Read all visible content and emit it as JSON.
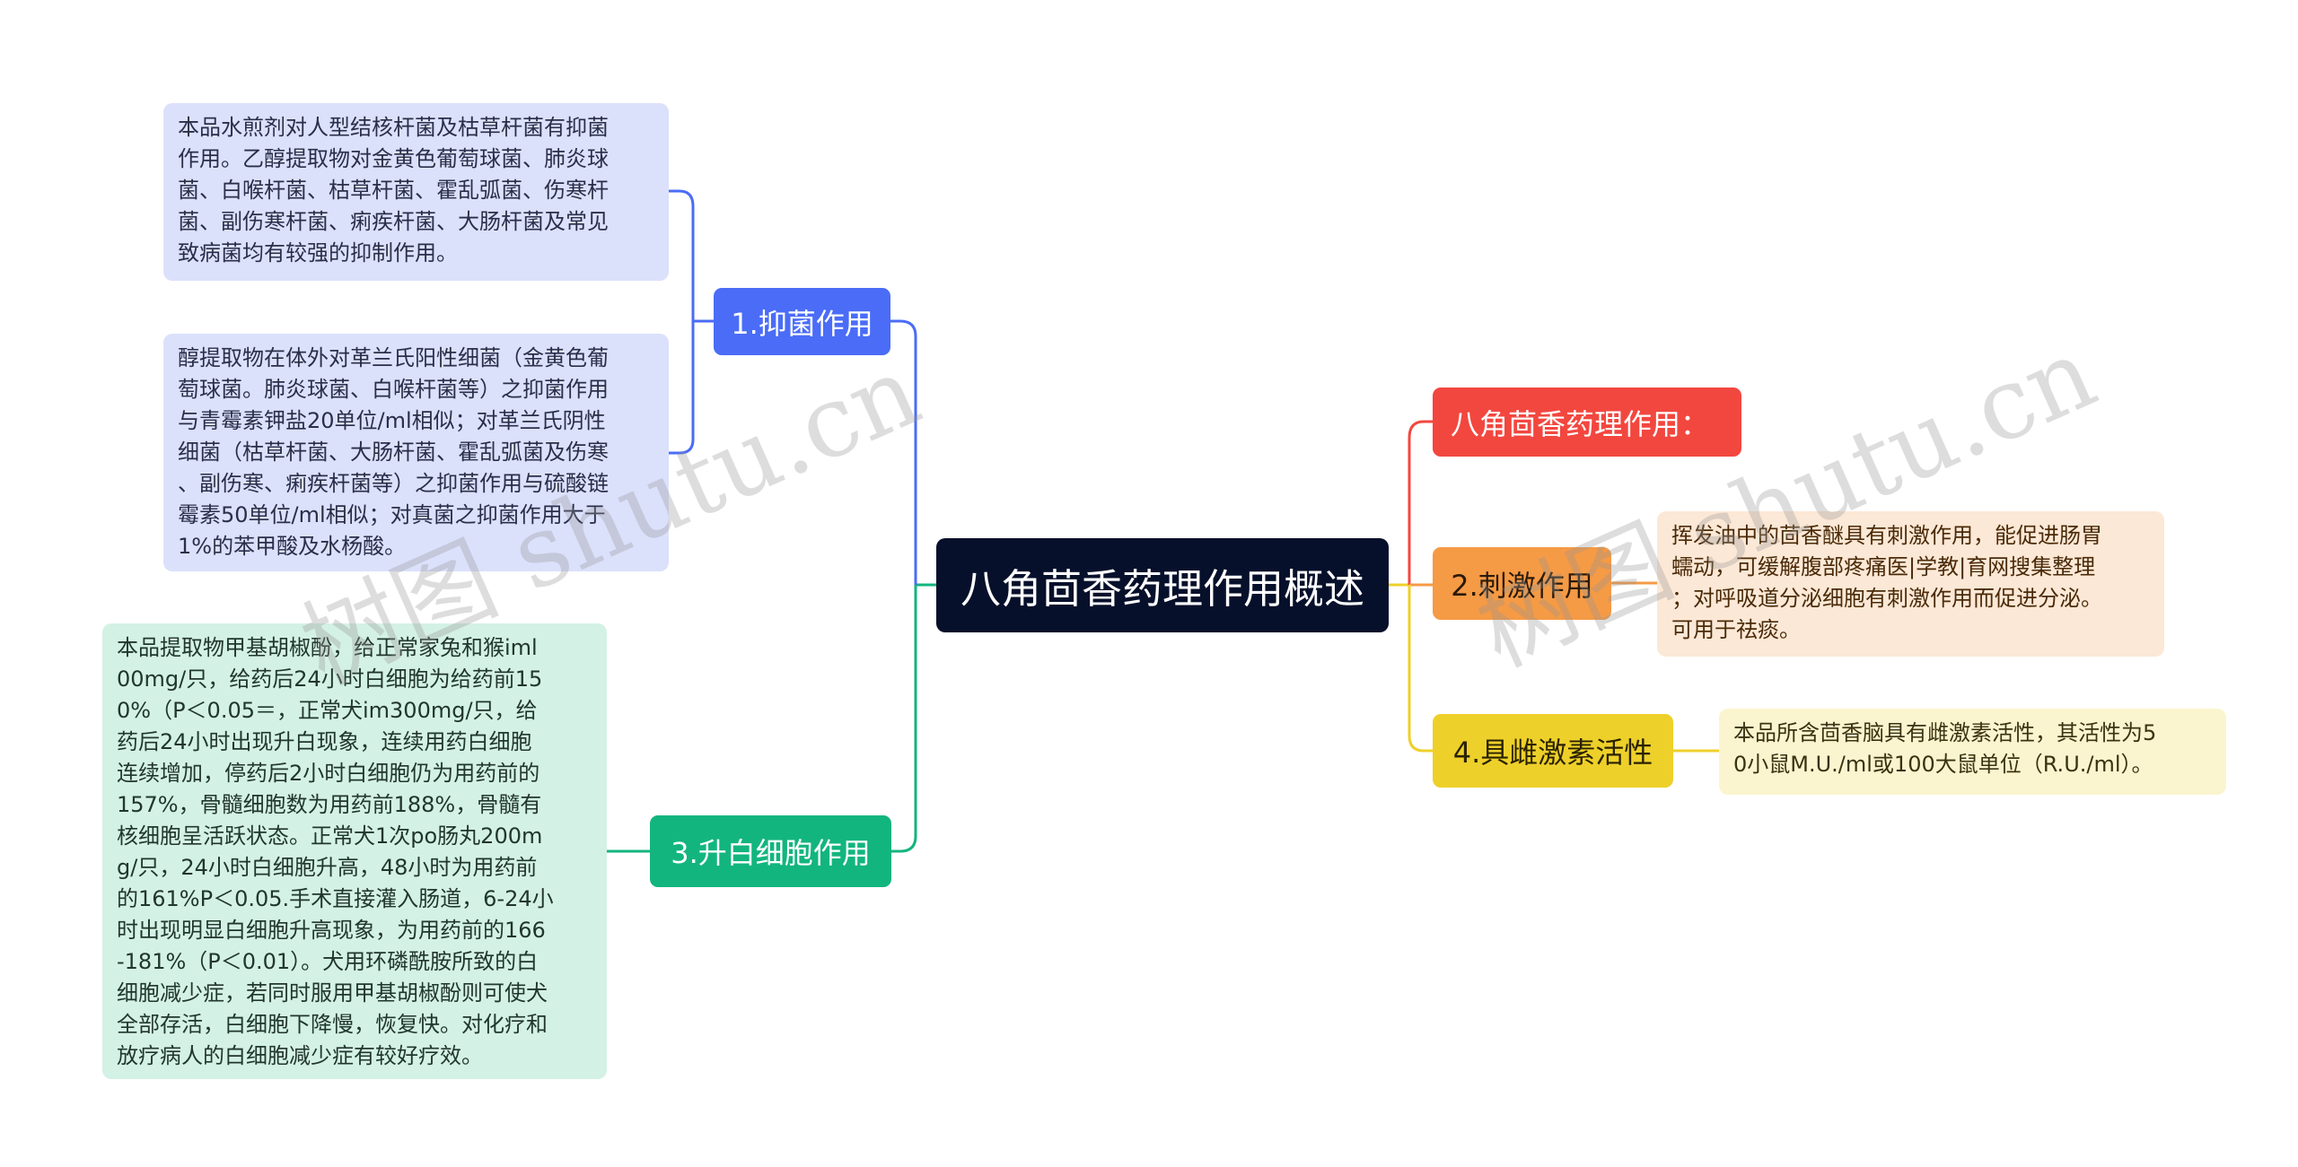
{
  "root": {
    "label": "八角茴香药理作用概述"
  },
  "branches": {
    "antibacterial": {
      "label": "1.抑菌作用",
      "color": "#4a6cf7",
      "leaves": [
        "本品水煎剂对人型结核杆菌及枯草杆菌有抑菌\n作用。乙醇提取物对金黄色葡萄球菌、肺炎球\n菌、白喉杆菌、枯草杆菌、霍乱弧菌、伤寒杆\n菌、副伤寒杆菌、痢疾杆菌、大肠杆菌及常见\n致病菌均有较强的抑制作用。",
        "醇提取物在体外对革兰氏阳性细菌（金黄色葡\n萄球菌。肺炎球菌、白喉杆菌等）之抑菌作用\n与青霉素钾盐20单位/ml相似；对革兰氏阴性\n细菌（枯草杆菌、大肠杆菌、霍乱弧菌及伤寒\n、副伤寒、痢疾杆菌等）之抑菌作用与硫酸链\n霉素50单位/ml相似；对真菌之抑菌作用大于\n1%的苯甲酸及水杨酸。"
      ]
    },
    "leukocyte": {
      "label": "3.升白细胞作用",
      "color": "#13b57e",
      "leaf": "本品提取物甲基胡椒酚，给正常家兔和猴iml\n00mg/只，给药后24小时白细胞为给药前15\n0%（P＜0.05＝，正常犬im300mg/只，给\n药后24小时出现升白现象，连续用药白细胞\n连续增加，停药后2小时白细胞仍为用药前的\n157%，骨髓细胞数为用药前188%，骨髓有\n核细胞呈活跃状态。正常犬1次po肠丸200m\ng/只，24小时白细胞升高，48小时为用药前\n的161%P＜0.05.手术直接灌入肠道，6-24小\n时出现明显白细胞升高现象，为用药前的166\n-181%（P＜0.01）。犬用环磷酰胺所致的白\n细胞减少症，若同时服用甲基胡椒酚则可使犬\n全部存活，白细胞下降慢，恢复快。对化疗和\n放疗病人的白细胞减少症有较好疗效。"
    },
    "pharmacology": {
      "label": "八角茴香药理作用：",
      "color": "#f2473f"
    },
    "stimulation": {
      "label": "2.刺激作用",
      "color": "#f59a45",
      "leaf": "挥发油中的茴香醚具有刺激作用，能促进肠胃\n蠕动，可缓解腹部疼痛医|学教|育网搜集整理\n；对呼吸道分泌细胞有刺激作用而促进分泌。\n可用于祛痰。"
    },
    "estrogen": {
      "label": "4.具雌激素活性",
      "color": "#eed02a",
      "leaf": "本品所含茴香脑具有雌激素活性，其活性为5\n0小鼠M.U./ml或100大鼠单位（R.U./ml）。"
    }
  },
  "watermarks": [
    "树图 shutu.cn",
    "树图 shutu.cn"
  ]
}
